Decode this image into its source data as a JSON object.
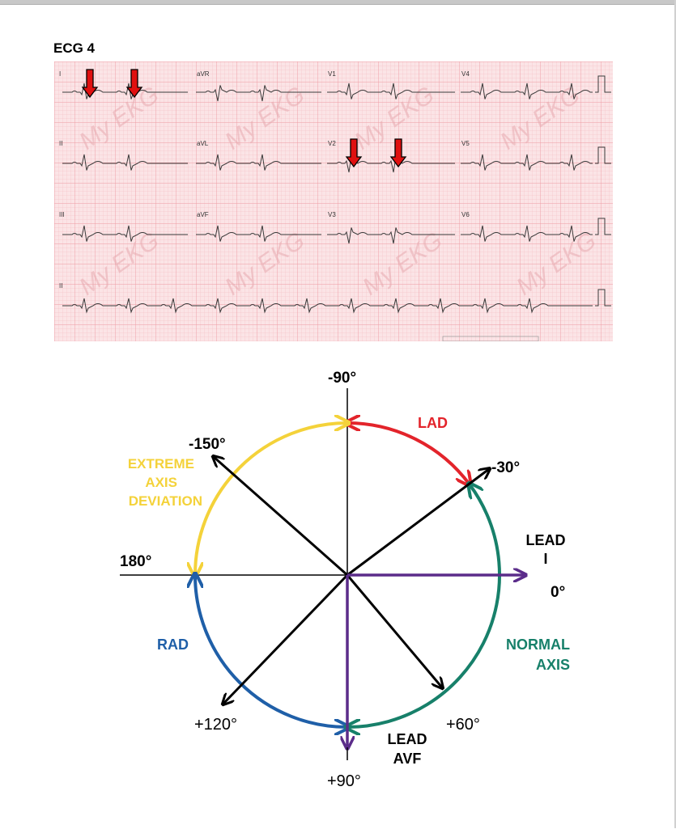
{
  "title": "ECG 4",
  "ecg": {
    "lead_labels": {
      "row1": [
        "I",
        "aVR",
        "V1",
        "V4"
      ],
      "row2": [
        "II",
        "aVL",
        "V2",
        "V5"
      ],
      "row3": [
        "III",
        "aVF",
        "V3",
        "V6"
      ],
      "rhythm": "II"
    },
    "watermark": "My EKG",
    "marker_color": "#e01010"
  },
  "axis_diagram": {
    "angles": {
      "top": "-90°",
      "minus150": "-150°",
      "minus30": "-30°",
      "left": "180°",
      "right": "0°",
      "plus120": "+120°",
      "plus60": "+60°",
      "bottom": "+90°"
    },
    "regions": {
      "lad": "LAD",
      "extreme_line1": "EXTREME",
      "extreme_line2": "AXIS",
      "extreme_line3": "DEVIATION",
      "rad": "RAD",
      "normal_line1": "NORMAL",
      "normal_line2": "AXIS"
    },
    "leads": {
      "lead_i_line1": "LEAD",
      "lead_i_line2": "I",
      "lead_avf_line1": "LEAD",
      "lead_avf_line2": "AVF"
    },
    "colors": {
      "lad": "#e3242b",
      "extreme": "#f4d23a",
      "rad": "#1f5fa8",
      "normal": "#17806a",
      "lead": "#5b2c8a",
      "spoke": "#000000"
    }
  }
}
